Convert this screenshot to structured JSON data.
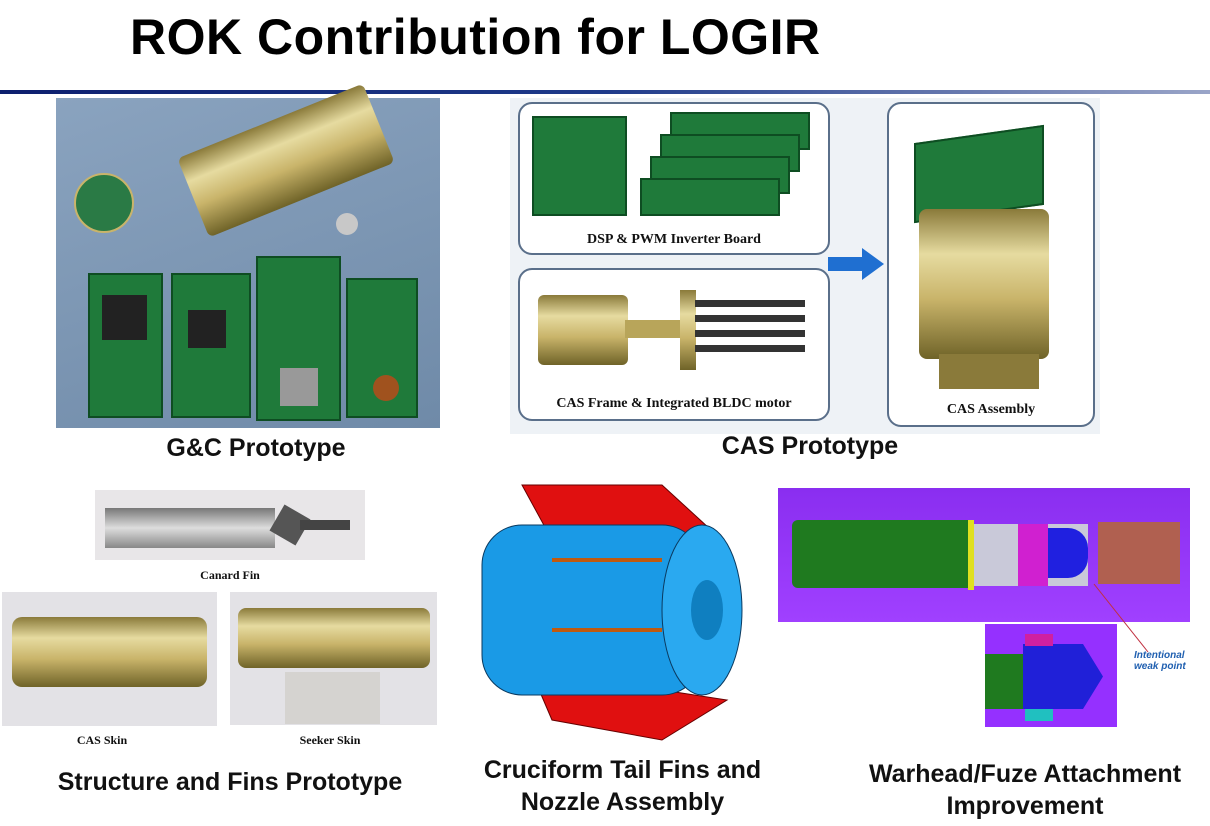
{
  "slide": {
    "title": "ROK Contribution for LOGIR"
  },
  "gc": {
    "caption": "G&C Prototype"
  },
  "cas": {
    "caption": "CAS Prototype",
    "dsp_label": "DSP & PWM Inverter Board",
    "frame_label": "CAS Frame & Integrated BLDC motor",
    "assembly_label": "CAS Assembly"
  },
  "structure": {
    "caption": "Structure and Fins Prototype",
    "canard_label": "Canard Fin",
    "cas_skin_label": "CAS Skin",
    "seeker_skin_label": "Seeker  Skin"
  },
  "cruciform": {
    "caption_line1": "Cruciform Tail Fins and",
    "caption_line2": "Nozzle Assembly"
  },
  "warhead": {
    "caption_line1": "Warhead/Fuze Attachment",
    "caption_line2": "Improvement",
    "annotation_line1": "Intentional",
    "annotation_line2": "weak point"
  },
  "colors": {
    "rule": "#1e3a8a",
    "arrow": "#1f6fd1",
    "annotation": "#1f5fb0",
    "warhead_bg": "#9b30ff"
  }
}
